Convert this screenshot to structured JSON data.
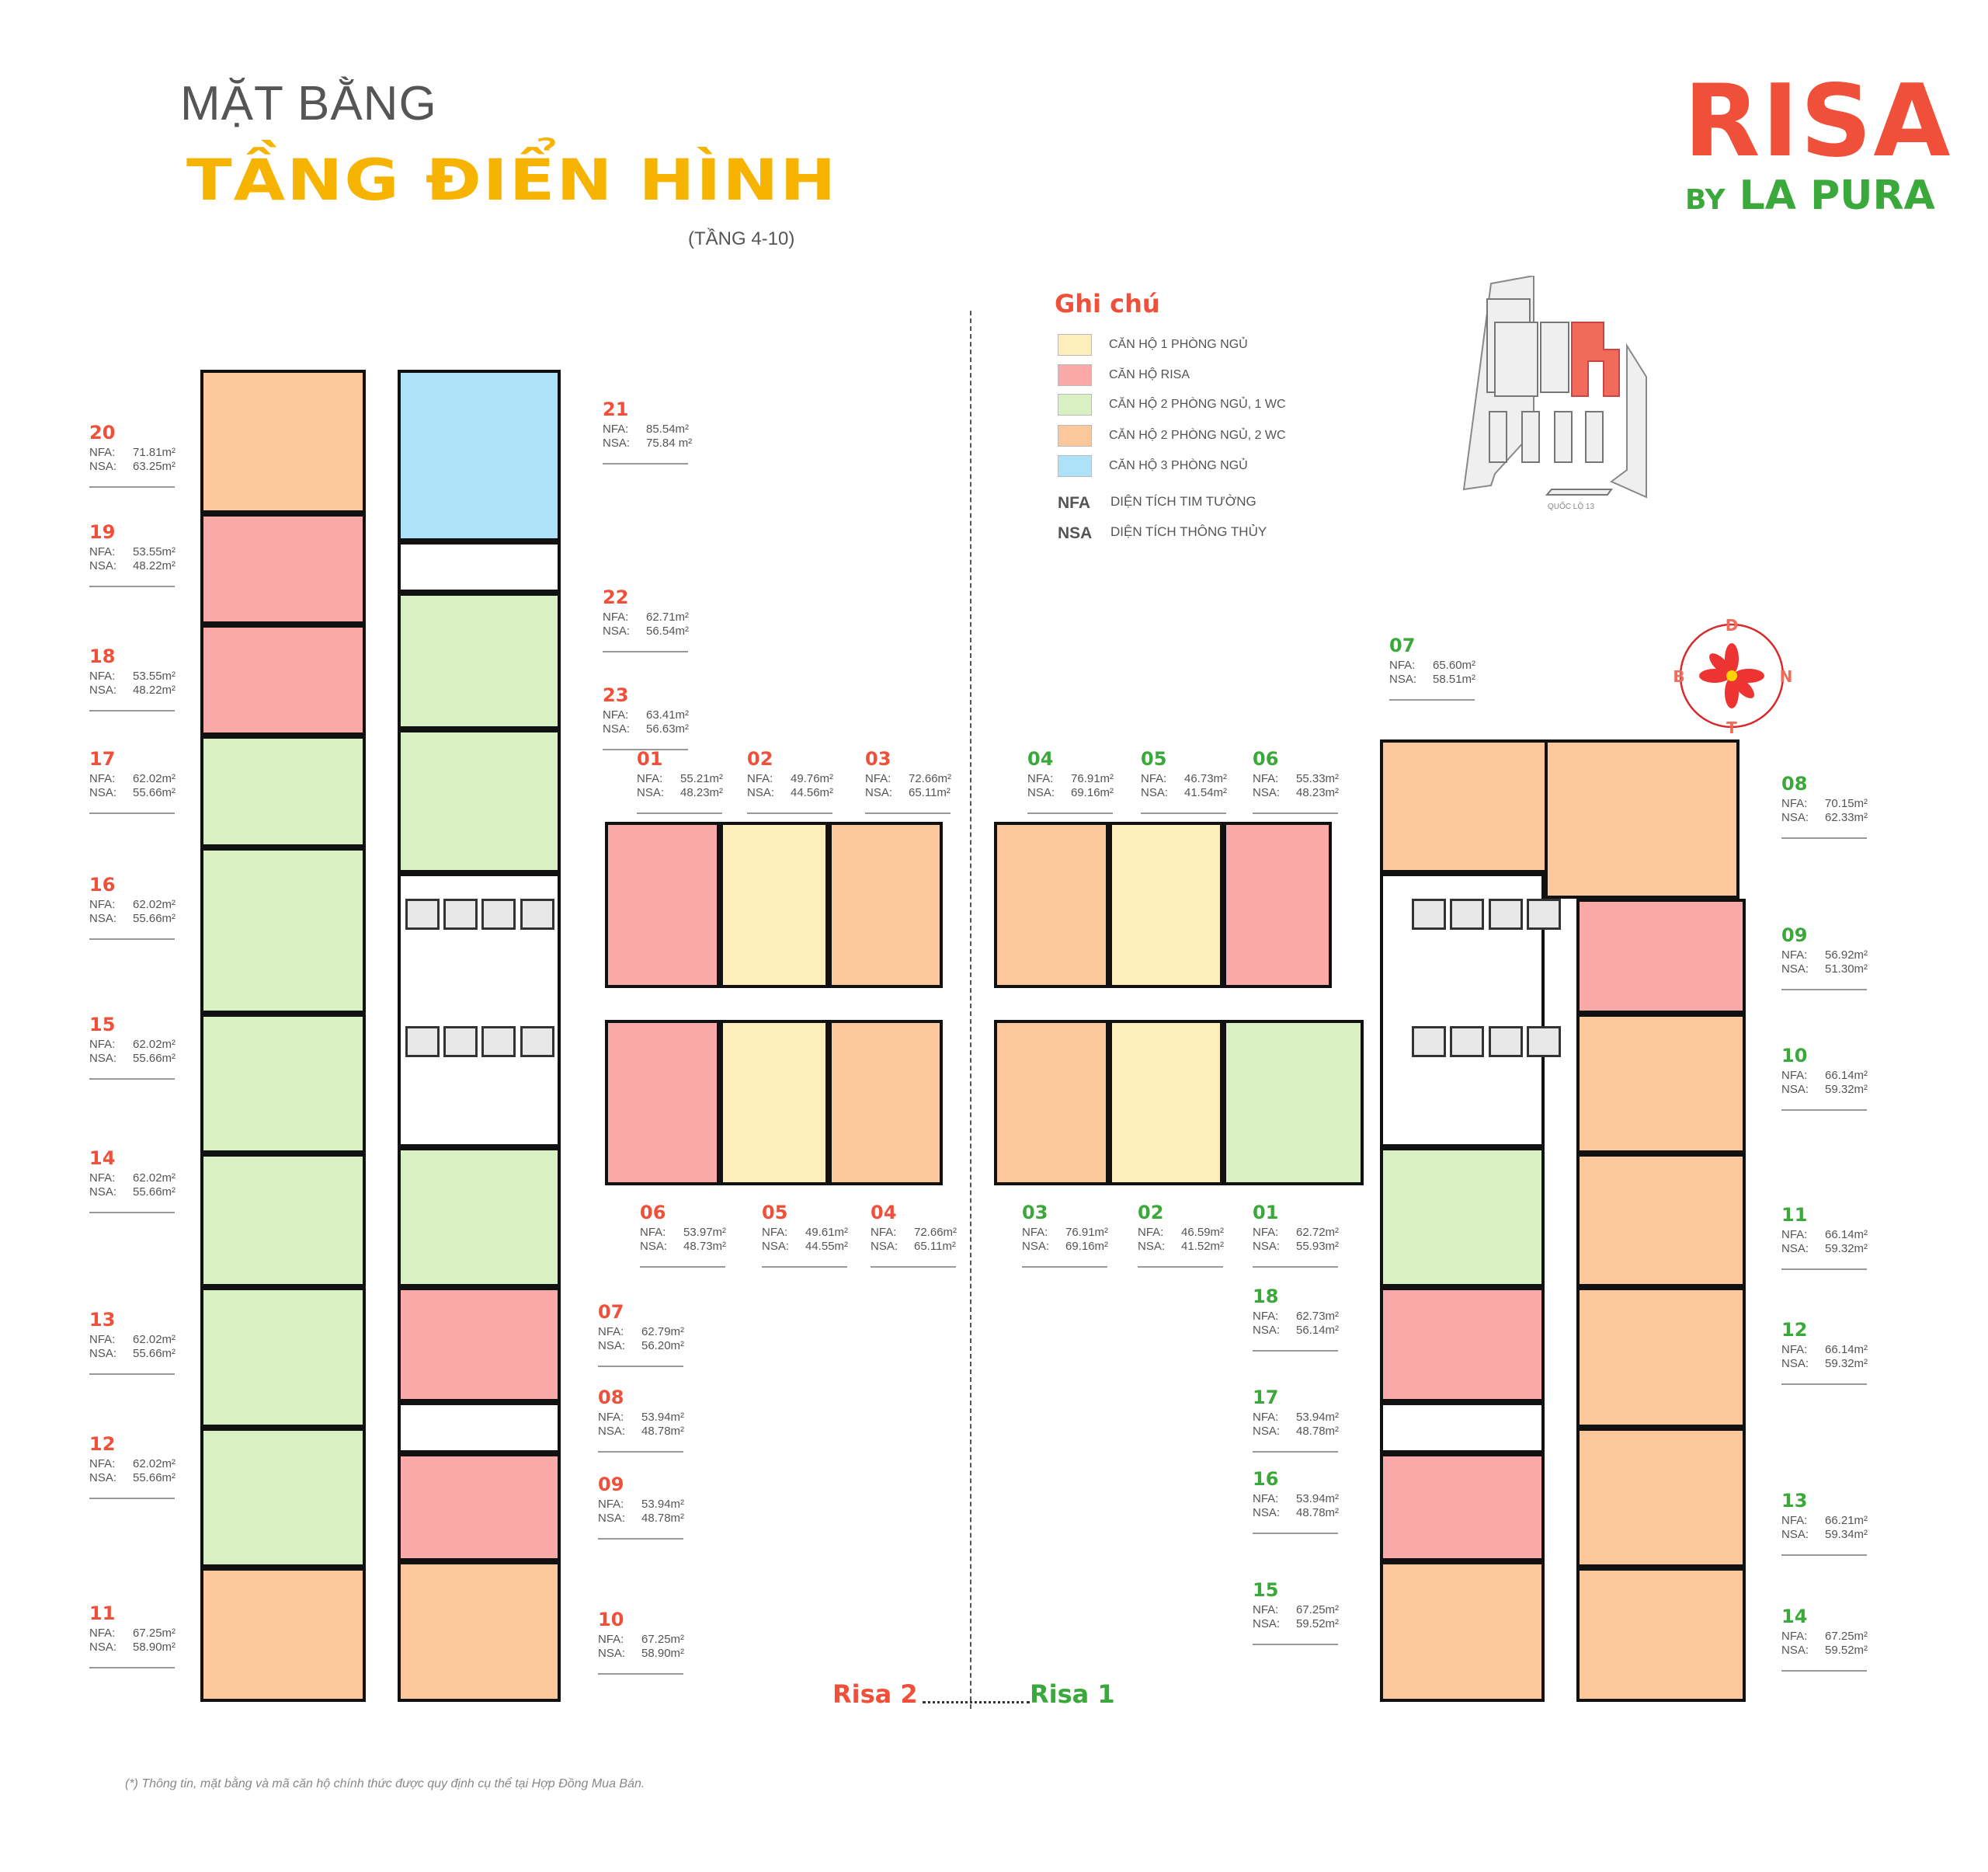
{
  "header": {
    "title_line1": "MẶT BẰNG",
    "title_line2": "TẦNG ĐIỂN HÌNH",
    "floors": "(TẦNG 4-10)"
  },
  "logo": {
    "brand": "RISA",
    "by": "BY",
    "sub": "LA PURA"
  },
  "legend": {
    "title": "Ghi chú",
    "items": [
      {
        "label": "CĂN HỘ 1 PHÒNG NGỦ",
        "color": "#fdeebb"
      },
      {
        "label": "CĂN HỘ RISA",
        "color": "#f9a9a8"
      },
      {
        "label": "CĂN HỘ 2 PHÒNG NGỦ, 1 WC",
        "color": "#d9f0c2"
      },
      {
        "label": "CĂN HỘ 2 PHÒNG NGỦ, 2 WC",
        "color": "#fbc79b"
      },
      {
        "label": "CĂN HỘ 3 PHÒNG NGỦ",
        "color": "#aee2f8"
      }
    ],
    "nfa": {
      "abbr": "NFA",
      "desc": "DIỆN TÍCH TIM TƯỜNG"
    },
    "nsa": {
      "abbr": "NSA",
      "desc": "DIỆN TÍCH THÔNG THỦY"
    }
  },
  "site_map": {
    "road": "QUỐC LỘ 13"
  },
  "compass": {
    "north": "N",
    "south": "T",
    "east": "D",
    "west": "B"
  },
  "labels": {
    "nfa": "NFA:",
    "nsa": "NSA:"
  },
  "buildings": {
    "risa2": "Risa 2",
    "risa1": "Risa 1"
  },
  "colors": {
    "risa2": "#f0503a",
    "risa1": "#3aa83a"
  },
  "units": {
    "risa2": {
      "20": {
        "code": "20",
        "nfa": "71.81m²",
        "nsa": "63.25m²"
      },
      "19": {
        "code": "19",
        "nfa": "53.55m²",
        "nsa": "48.22m²"
      },
      "18": {
        "code": "18",
        "nfa": "53.55m²",
        "nsa": "48.22m²"
      },
      "17": {
        "code": "17",
        "nfa": "62.02m²",
        "nsa": "55.66m²"
      },
      "16": {
        "code": "16",
        "nfa": "62.02m²",
        "nsa": "55.66m²"
      },
      "15": {
        "code": "15",
        "nfa": "62.02m²",
        "nsa": "55.66m²"
      },
      "14": {
        "code": "14",
        "nfa": "62.02m²",
        "nsa": "55.66m²"
      },
      "13": {
        "code": "13",
        "nfa": "62.02m²",
        "nsa": "55.66m²"
      },
      "12": {
        "code": "12",
        "nfa": "62.02m²",
        "nsa": "55.66m²"
      },
      "11": {
        "code": "11",
        "nfa": "67.25m²",
        "nsa": "58.90m²"
      },
      "21": {
        "code": "21",
        "nfa": "85.54m²",
        "nsa": "75.84 m²"
      },
      "22": {
        "code": "22",
        "nfa": "62.71m²",
        "nsa": "56.54m²"
      },
      "23": {
        "code": "23",
        "nfa": "63.41m²",
        "nsa": "56.63m²"
      },
      "01": {
        "code": "01",
        "nfa": "55.21m²",
        "nsa": "48.23m²"
      },
      "02": {
        "code": "02",
        "nfa": "49.76m²",
        "nsa": "44.56m²"
      },
      "03": {
        "code": "03",
        "nfa": "72.66m²",
        "nsa": "65.11m²"
      },
      "06": {
        "code": "06",
        "nfa": "53.97m²",
        "nsa": "48.73m²"
      },
      "05": {
        "code": "05",
        "nfa": "49.61m²",
        "nsa": "44.55m²"
      },
      "04": {
        "code": "04",
        "nfa": "72.66m²",
        "nsa": "65.11m²"
      },
      "07": {
        "code": "07",
        "nfa": "62.79m²",
        "nsa": "56.20m²"
      },
      "08": {
        "code": "08",
        "nfa": "53.94m²",
        "nsa": "48.78m²"
      },
      "09": {
        "code": "09",
        "nfa": "53.94m²",
        "nsa": "48.78m²"
      },
      "10": {
        "code": "10",
        "nfa": "67.25m²",
        "nsa": "58.90m²"
      }
    },
    "risa1": {
      "04": {
        "code": "04",
        "nfa": "76.91m²",
        "nsa": "69.16m²"
      },
      "05": {
        "code": "05",
        "nfa": "46.73m²",
        "nsa": "41.54m²"
      },
      "06": {
        "code": "06",
        "nfa": "55.33m²",
        "nsa": "48.23m²"
      },
      "07": {
        "code": "07",
        "nfa": "65.60m²",
        "nsa": "58.51m²"
      },
      "08": {
        "code": "08",
        "nfa": "70.15m²",
        "nsa": "62.33m²"
      },
      "09": {
        "code": "09",
        "nfa": "56.92m²",
        "nsa": "51.30m²"
      },
      "10": {
        "code": "10",
        "nfa": "66.14m²",
        "nsa": "59.32m²"
      },
      "11": {
        "code": "11",
        "nfa": "66.14m²",
        "nsa": "59.32m²"
      },
      "12": {
        "code": "12",
        "nfa": "66.14m²",
        "nsa": "59.32m²"
      },
      "13": {
        "code": "13",
        "nfa": "66.21m²",
        "nsa": "59.34m²"
      },
      "14": {
        "code": "14",
        "nfa": "67.25m²",
        "nsa": "59.52m²"
      },
      "03": {
        "code": "03",
        "nfa": "76.91m²",
        "nsa": "69.16m²"
      },
      "02": {
        "code": "02",
        "nfa": "46.59m²",
        "nsa": "41.52m²"
      },
      "01": {
        "code": "01",
        "nfa": "62.72m²",
        "nsa": "55.93m²"
      },
      "18": {
        "code": "18",
        "nfa": "62.73m²",
        "nsa": "56.14m²"
      },
      "17": {
        "code": "17",
        "nfa": "53.94m²",
        "nsa": "48.78m²"
      },
      "16": {
        "code": "16",
        "nfa": "53.94m²",
        "nsa": "48.78m²"
      },
      "15": {
        "code": "15",
        "nfa": "67.25m²",
        "nsa": "59.52m²"
      }
    }
  },
  "footnote": "(*) Thông tin, mặt bằng và mã căn hộ chính thức được quy định cụ thể tại Hợp Đồng Mua Bán."
}
